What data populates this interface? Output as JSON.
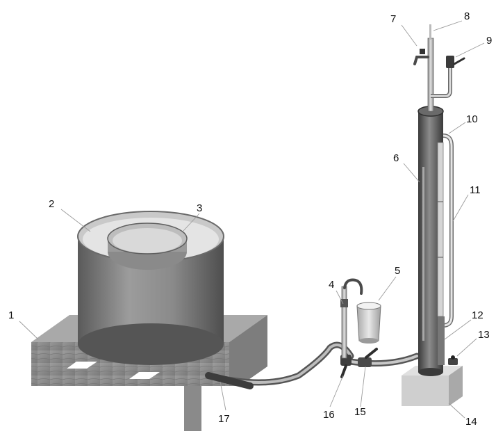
{
  "callouts": [
    {
      "id": "1",
      "text": "1"
    },
    {
      "id": "2",
      "text": "2"
    },
    {
      "id": "3",
      "text": "3"
    },
    {
      "id": "4",
      "text": "4"
    },
    {
      "id": "5",
      "text": "5"
    },
    {
      "id": "6",
      "text": "6"
    },
    {
      "id": "7",
      "text": "7"
    },
    {
      "id": "8",
      "text": "8"
    },
    {
      "id": "9",
      "text": "9"
    },
    {
      "id": "10",
      "text": "10"
    },
    {
      "id": "11",
      "text": "11"
    },
    {
      "id": "12",
      "text": "12"
    },
    {
      "id": "13",
      "text": "13"
    },
    {
      "id": "14",
      "text": "14"
    },
    {
      "id": "15",
      "text": "15"
    },
    {
      "id": "16",
      "text": "16"
    },
    {
      "id": "17",
      "text": "17"
    }
  ],
  "colors": {
    "wood": "#8f8f8f",
    "wood_dark": "#6e6e6e",
    "metal_dark": "#4a4a4a",
    "metal_light": "#cfcfcf",
    "water": "#d8d8d8"
  }
}
